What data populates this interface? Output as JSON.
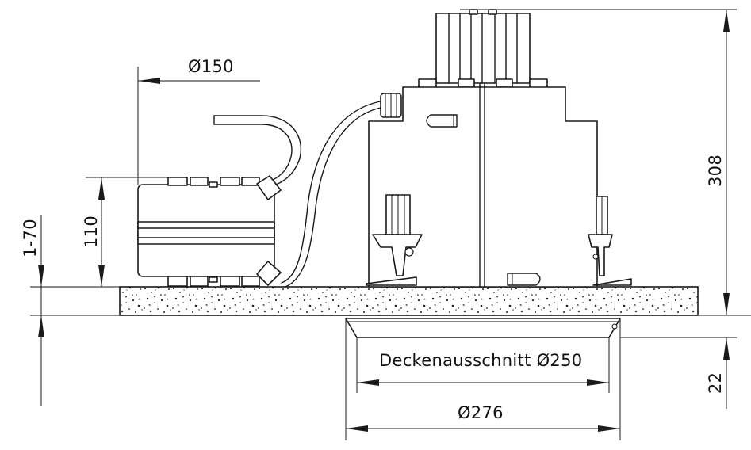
{
  "dimensions": {
    "driver_diameter": "Ø150",
    "driver_height": "110",
    "ceiling_thickness": "1-70",
    "total_height": "308",
    "trim_height": "22",
    "cutout": "Deckenausschnitt Ø250",
    "outer_diameter": "Ø276"
  }
}
